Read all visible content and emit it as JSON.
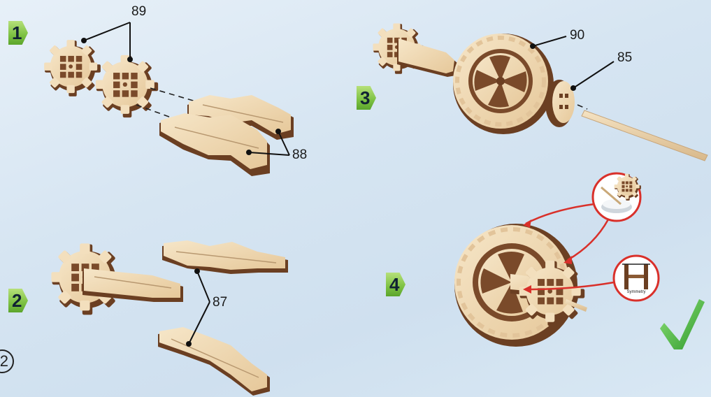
{
  "steps": [
    {
      "number": "1"
    },
    {
      "number": "2"
    },
    {
      "number": "3"
    },
    {
      "number": "4"
    }
  ],
  "callouts": {
    "c89": "89",
    "c88": "88",
    "c87": "87",
    "c90": "90",
    "c85": "85"
  },
  "symmetry_label": "Symmetry",
  "page_marker": "2",
  "colors": {
    "wood_face": "#f1dcb8",
    "wood_edge": "#6b3f22",
    "badge_green": "#7cc142",
    "check_green": "#3fb23a",
    "arrow_red": "#d9302a"
  }
}
